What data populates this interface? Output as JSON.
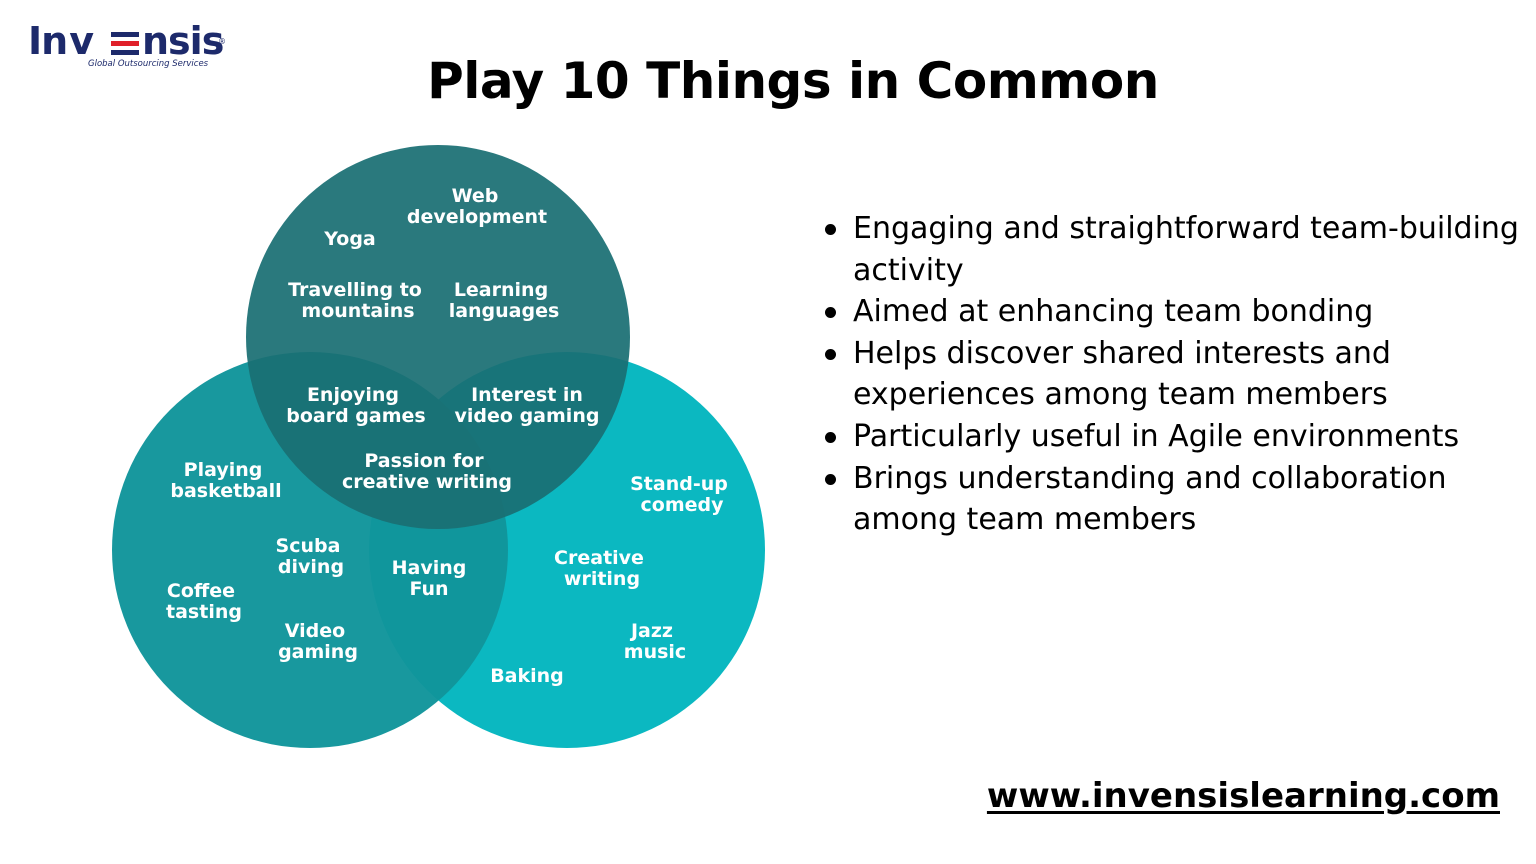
{
  "brand": {
    "name": "INVENSIS",
    "tagline": "Global Outsourcing Services",
    "colors": {
      "navy": "#1d2a6b",
      "red": "#e0202a"
    }
  },
  "title": "Play 10 Things in Common",
  "colors": {
    "circle_top": "#1a6f73",
    "circle_left": "#11959b",
    "circle_right": "#0bb8c1",
    "text_dark": "#000000"
  },
  "venn": {
    "top": [
      "Web development",
      "Yoga",
      "Travelling to mountains",
      "Learning languages"
    ],
    "left": [
      "Playing basketball",
      "Scuba diving",
      "Coffee tasting",
      "Video gaming"
    ],
    "right": [
      "Stand-up comedy",
      "Creative writing",
      "Jazz music",
      "Baking"
    ],
    "top_left": "Enjoying board games",
    "top_right": "Interest in video gaming",
    "left_right": "Having Fun",
    "center": "Passion for creative writing"
  },
  "bullets": [
    "Engaging and straightforward team-building activity",
    "Aimed at enhancing team bonding",
    "Helps discover shared interests and experiences among team members",
    "Particularly useful in Agile environments",
    "Brings understanding and collaboration among team members"
  ],
  "website": "www.invensislearning.com"
}
